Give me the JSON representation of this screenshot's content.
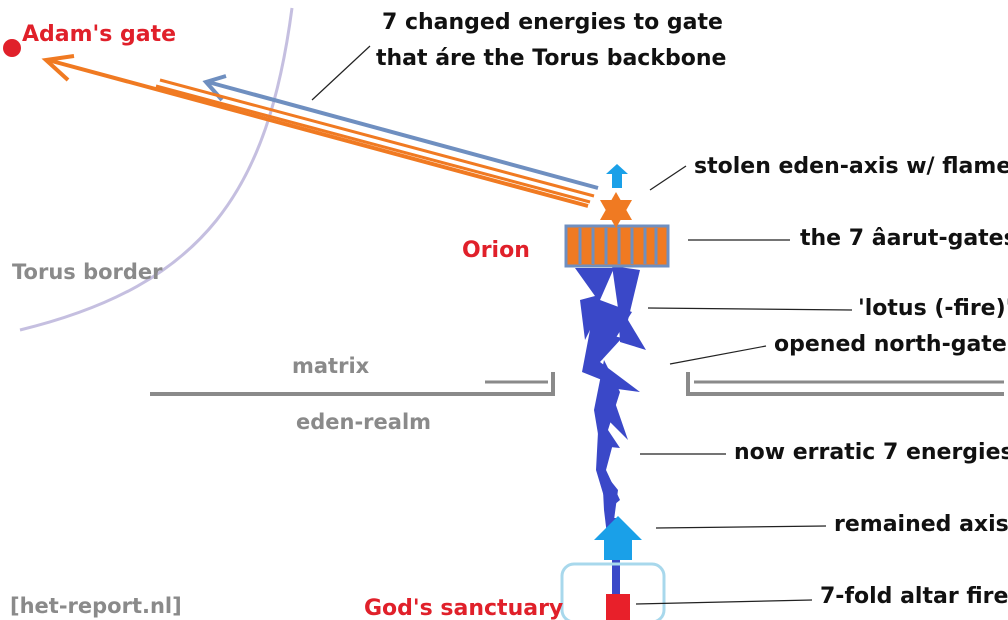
{
  "labels": {
    "adams_gate": "Adam's gate",
    "changed_energies_line1": "7 changed energies to gate",
    "changed_energies_line2": "that áre the Torus backbone",
    "stolen_axis": "stolen eden-axis w/ flame",
    "aarut_gates": "the 7 âarut-gates",
    "orion": "Orion",
    "torus_border": "Torus border",
    "lotus_fire": "'lotus (-fire)'",
    "opened_north_gate": "opened north-gate",
    "matrix": "matrix",
    "eden_realm": "eden-realm",
    "erratic_energies": "now erratic 7 energies",
    "remained_axis": "remained axis",
    "source": "[het-report.nl]",
    "gods_sanctuary": "God's sanctuary",
    "altar_fire": "7-fold altar fire"
  },
  "colors": {
    "label_red": "#e0202a",
    "label_grey": "#8a8a8a",
    "label_black": "#111111",
    "energy_orange": "#f07a22",
    "energy_steel_blue": "#6f8fc0",
    "lightning_blue": "#3a48c8",
    "arrow_cyan": "#1aa0e8",
    "torus_lavender": "#c5bfe0",
    "border_grey": "#8a8a8a",
    "sanctuary_box": "#a8d8ec",
    "altar_red": "#e8202a"
  }
}
